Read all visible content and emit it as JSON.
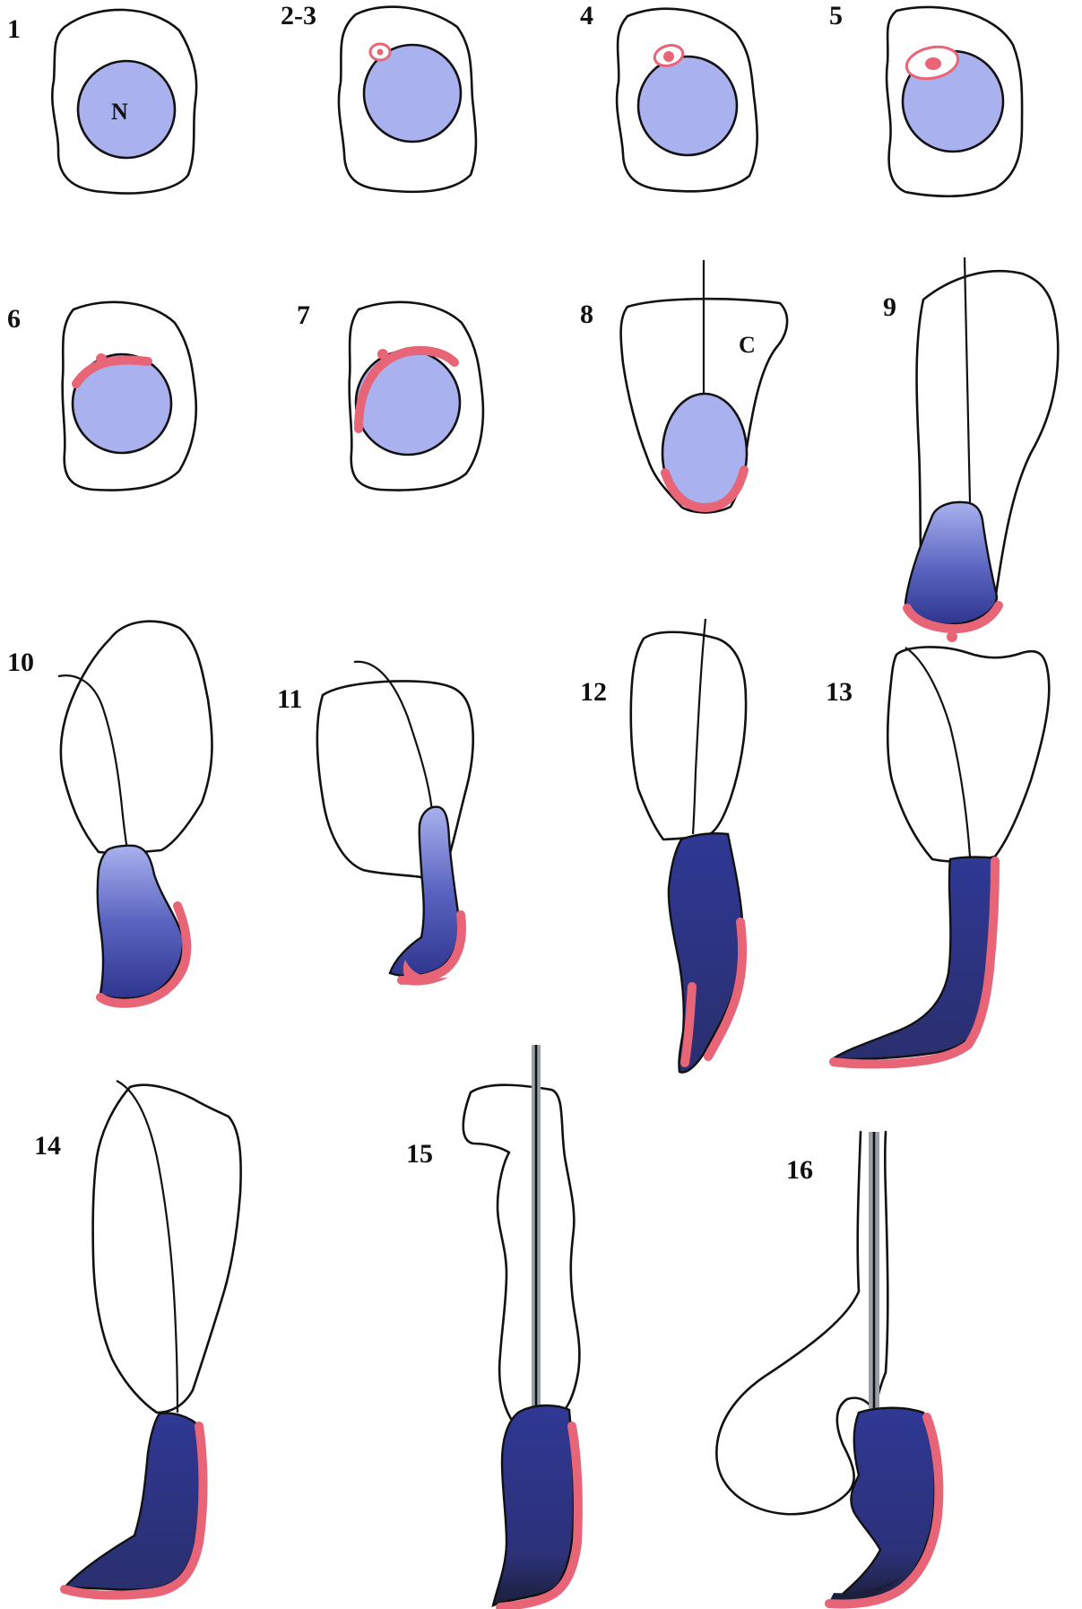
{
  "stages": [
    {
      "id": "s1",
      "label": "1"
    },
    {
      "id": "s2",
      "label": "2-3"
    },
    {
      "id": "s4",
      "label": "4"
    },
    {
      "id": "s5",
      "label": "5"
    },
    {
      "id": "s6",
      "label": "6"
    },
    {
      "id": "s7",
      "label": "7"
    },
    {
      "id": "s8",
      "label": "8"
    },
    {
      "id": "s9",
      "label": "9"
    },
    {
      "id": "s10",
      "label": "10"
    },
    {
      "id": "s11",
      "label": "11"
    },
    {
      "id": "s12",
      "label": "12"
    },
    {
      "id": "s13",
      "label": "13"
    },
    {
      "id": "s14",
      "label": "14"
    },
    {
      "id": "s15",
      "label": "15"
    },
    {
      "id": "s16",
      "label": "16"
    }
  ],
  "annotations": {
    "nucleus": "N",
    "cytoplasm": "C"
  },
  "colors": {
    "nucleus_light": "#a9b1ee",
    "nucleus_dark": "#2e358e",
    "acrosome": "#e86477",
    "outline": "#111111"
  }
}
